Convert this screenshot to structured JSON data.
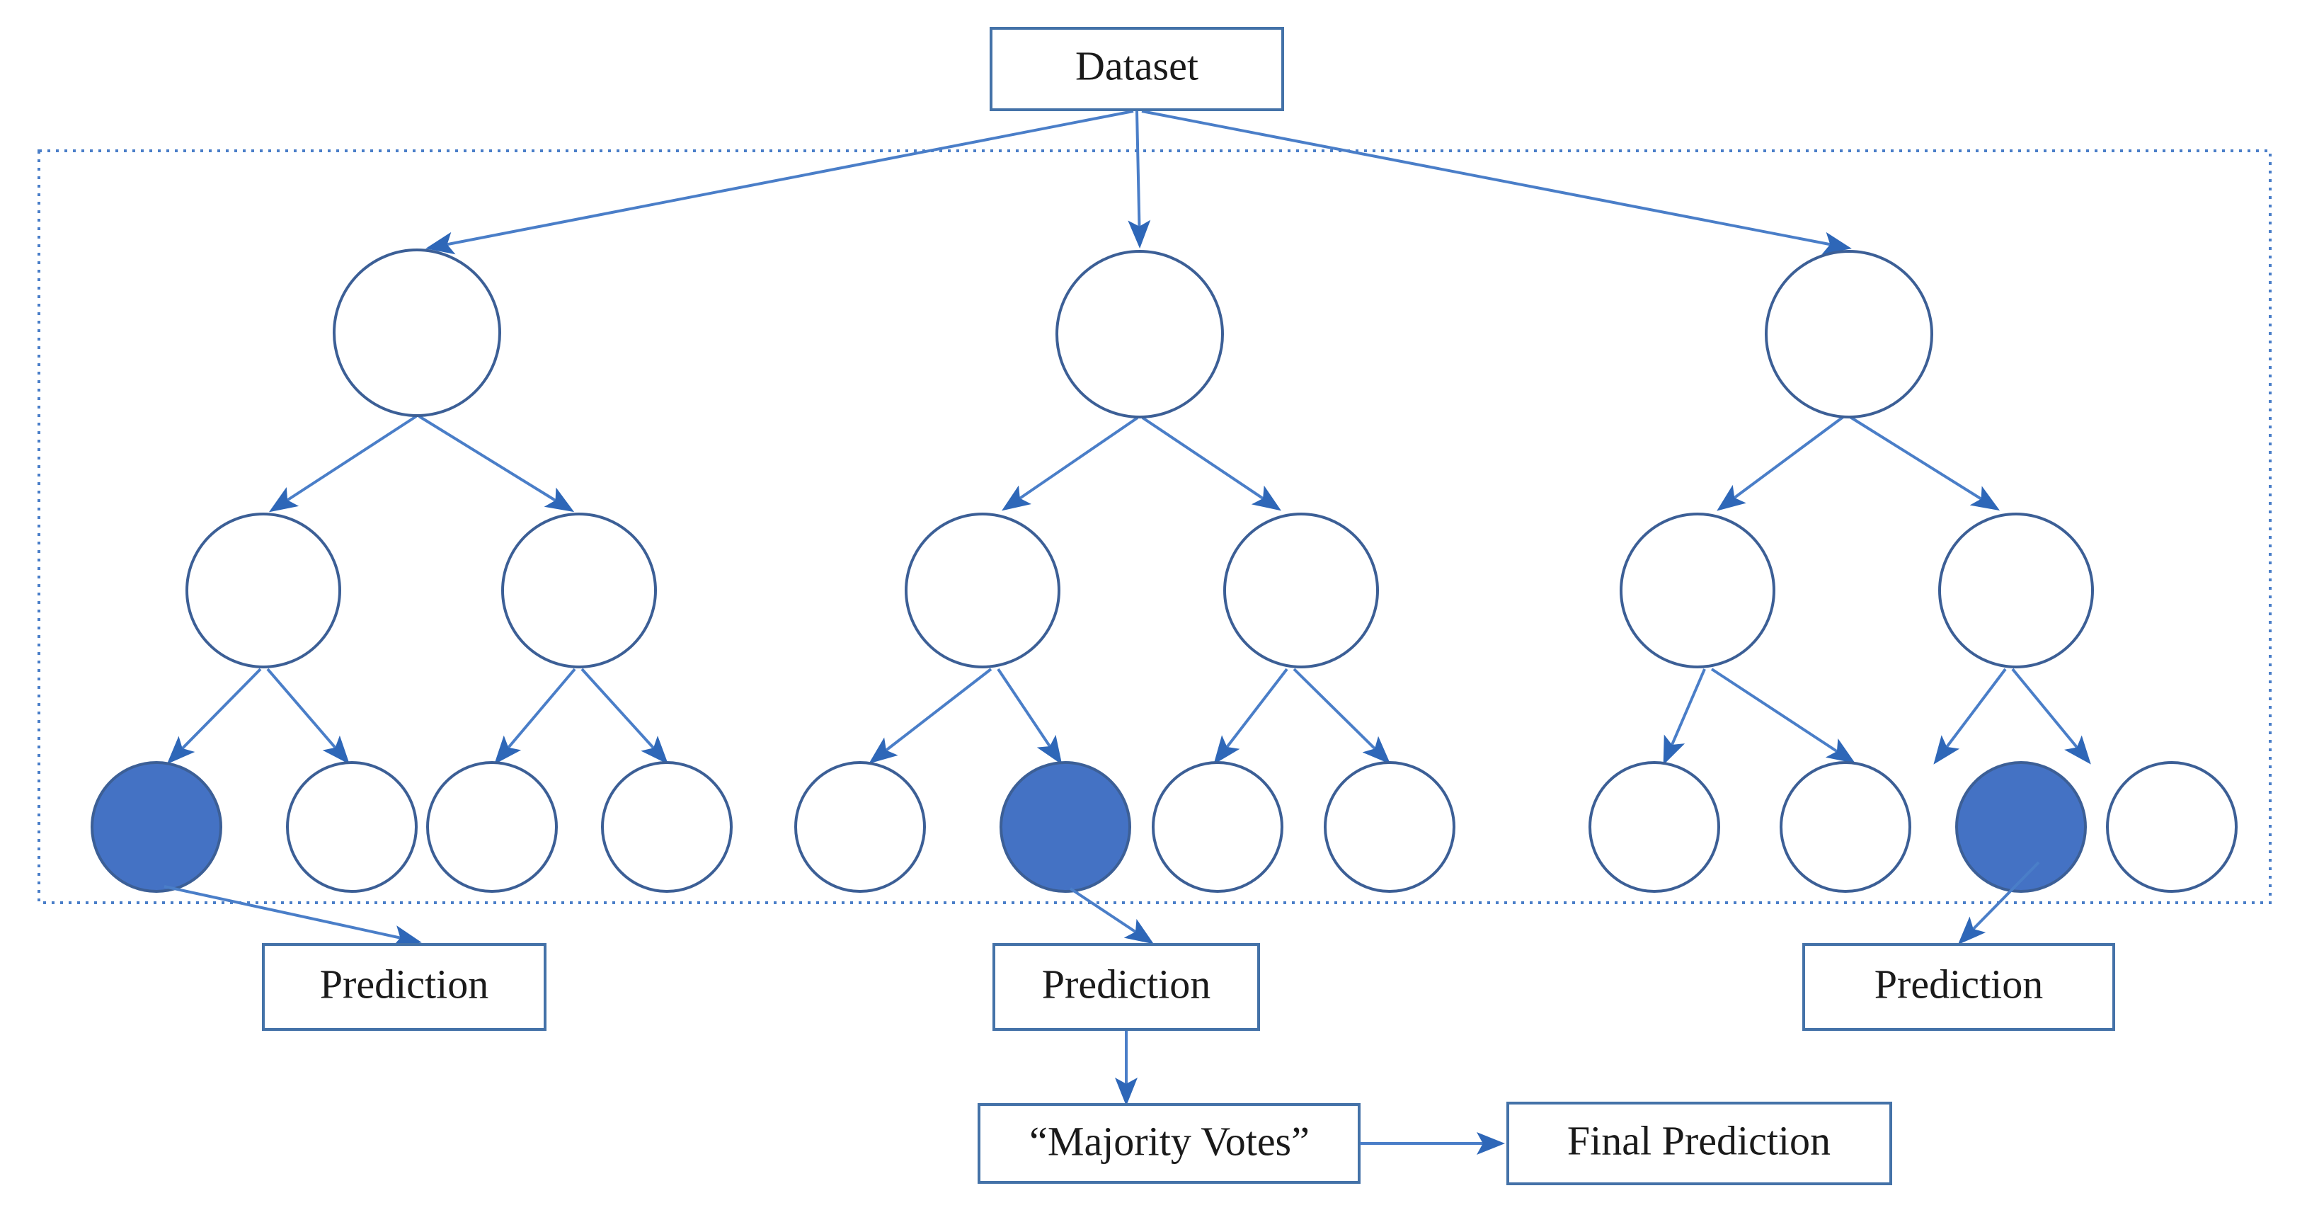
{
  "diagram": {
    "title_box": {
      "label": "Dataset"
    },
    "ensemble_group": {
      "name": "random-forest-ensemble"
    },
    "trees": [
      {
        "name": "decision-tree-1",
        "prediction_label": "Prediction",
        "root": {
          "label": ""
        },
        "level2": [
          {
            "label": ""
          },
          {
            "label": ""
          }
        ],
        "leaves": [
          {
            "label": "",
            "selected": true
          },
          {
            "label": "",
            "selected": false
          },
          {
            "label": "",
            "selected": false
          },
          {
            "label": "",
            "selected": false
          }
        ]
      },
      {
        "name": "decision-tree-2",
        "prediction_label": "Prediction",
        "root": {
          "label": ""
        },
        "level2": [
          {
            "label": ""
          },
          {
            "label": ""
          }
        ],
        "leaves": [
          {
            "label": "",
            "selected": false
          },
          {
            "label": "",
            "selected": true
          },
          {
            "label": "",
            "selected": false
          },
          {
            "label": "",
            "selected": false
          }
        ]
      },
      {
        "name": "decision-tree-3",
        "prediction_label": "Prediction",
        "root": {
          "label": ""
        },
        "level2": [
          {
            "label": ""
          },
          {
            "label": ""
          }
        ],
        "leaves": [
          {
            "label": "",
            "selected": false
          },
          {
            "label": "",
            "selected": false
          },
          {
            "label": "",
            "selected": true
          },
          {
            "label": "",
            "selected": false
          }
        ]
      }
    ],
    "aggregation_box": {
      "label": "“Majority Votes”"
    },
    "final_box": {
      "label": "Final Prediction"
    },
    "colors": {
      "node_stroke": "#3c5f96",
      "node_fill_selected": "#4472c4",
      "node_fill_empty": "#ffffff",
      "edge": "#4a7ec8",
      "box_stroke": "#4472a8",
      "group_border": "#4a7ec8",
      "text": "#1a1a1a",
      "background": "#ffffff"
    }
  }
}
